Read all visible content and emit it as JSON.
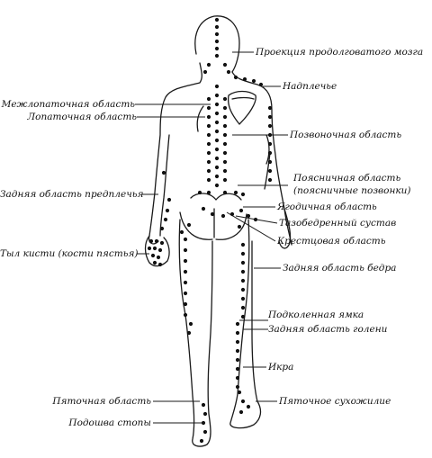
{
  "labels": {
    "medulla": "Проекция продолговатого мозга",
    "shoulder_girdle": "Надплечье",
    "interscapular": "Межлопаточная область",
    "scapular": "Лопаточная область",
    "spinal": "Позвоночная область",
    "lumbar_line1": "Поясничная   область",
    "lumbar_line2": "(поясничные позвонки)",
    "forearm": "Задняя область предплечья",
    "gluteal": "Ягодичная область",
    "hip_joint": "Тазобедренный сустав",
    "sacral": "Крестцовая область",
    "hand": "Тыл кисти (кости пястья)",
    "thigh": "Задняя область бедра",
    "popliteal": "Подколенная ямка",
    "shin": "Задняя область голени",
    "calf": "Икра",
    "heel": "Пяточная область",
    "achilles": "Пяточное сухожилие",
    "sole": "Подошва стопы"
  }
}
